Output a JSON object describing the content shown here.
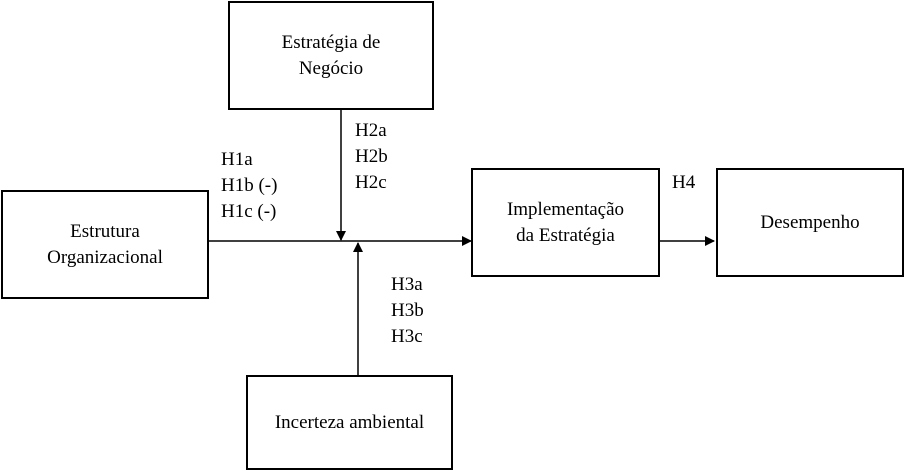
{
  "nodes": {
    "strategy": {
      "line1": "Estratégia de",
      "line2": "Negócio"
    },
    "structure": {
      "line1": "Estrutura",
      "line2": "Organizacional"
    },
    "uncertainty": {
      "label": "Incerteza ambiental"
    },
    "implementation": {
      "line1": "Implementação",
      "line2": "da Estratégia"
    },
    "performance": {
      "label": "Desempenho"
    }
  },
  "hypotheses": {
    "h1": [
      "H1a",
      "H1b (-)",
      "H1c (-)"
    ],
    "h2": [
      "H2a",
      "H2b",
      "H2c"
    ],
    "h3": [
      "H3a",
      "H3b",
      "H3c"
    ],
    "h4": "H4"
  },
  "colors": {
    "stroke": "#000000",
    "background": "#ffffff"
  }
}
